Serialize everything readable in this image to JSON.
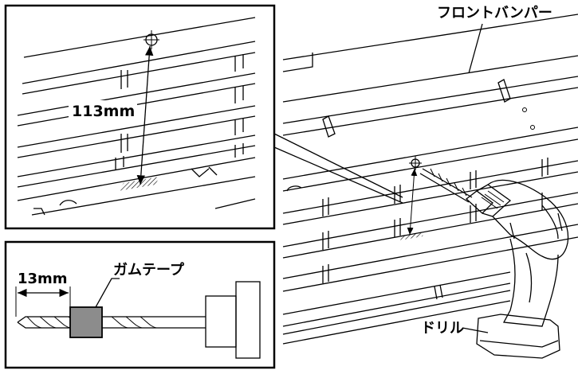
{
  "labels": {
    "front_bumper": "フロントバンパー",
    "hole_distance": "113mm",
    "drill_depth": "13mm",
    "gum_tape": "ガムテープ",
    "drill": "ドリル"
  },
  "colors": {
    "line": "#000000",
    "tape_fill": "#8c8c8c",
    "background": "#ffffff"
  }
}
